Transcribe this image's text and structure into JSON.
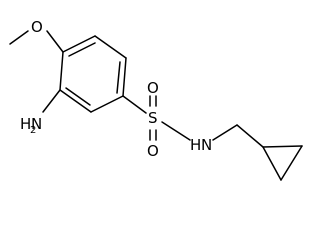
{
  "molecule": {
    "labels": {
      "methoxy_oxygen": "O",
      "amino_nitrogen": "N",
      "amino_hydrogen": "H",
      "amino_subscript": "2",
      "sulfur": "S",
      "sulfonyl_oxygen_top": "O",
      "sulfonyl_oxygen_bottom": "O",
      "amide_nitrogen": "N",
      "amide_hydrogen": "H"
    },
    "colors": {
      "bond": "#000000",
      "text": "#000000"
    }
  }
}
